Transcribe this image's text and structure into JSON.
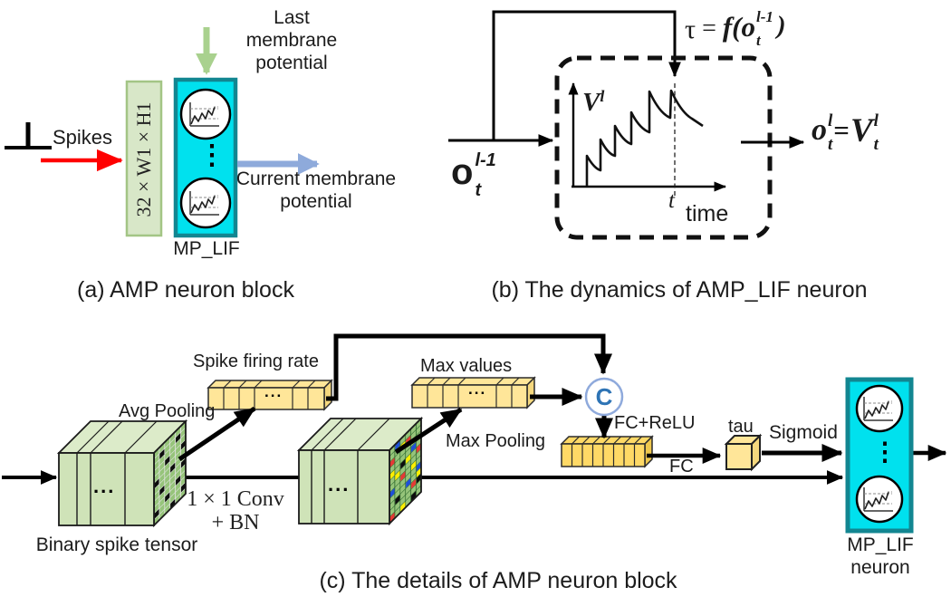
{
  "a": {
    "caption": "(a) AMP neuron block",
    "spikes_label": "Spikes",
    "weight_tensor_label": "32 × W1 × H1",
    "mp_lif_label": "MP_LIF",
    "last_membrane_label": "Last membrane potential",
    "current_membrane_label": "Current membrane potential"
  },
  "b": {
    "caption": "(b) The dynamics of AMP_LIF neuron",
    "tau_formula": {
      "lhs": "τ",
      "equals": "=",
      "func": "f(",
      "arg_base": "o",
      "arg_sup": "l-1",
      "arg_sub": "t",
      "close": ")"
    },
    "inp": {
      "base": "o",
      "sup": "l-1",
      "sub": "t"
    },
    "out": {
      "o": "o",
      "o_sup": "l",
      "o_sub": "t",
      "eq": "=",
      "v": "V",
      "v_sup": "l",
      "v_sub": "t"
    },
    "vaxis": {
      "base": "V",
      "sup": "l"
    },
    "t_tick": "t",
    "time_label": "time"
  },
  "c": {
    "caption": "(c) The details of AMP neuron block",
    "binary_tensor_label": "Binary spike tensor",
    "avg_pooling_label": "Avg Pooling",
    "spike_firing_rate_label": "Spike firing rate",
    "conv_label": "1 × 1 Conv",
    "bn_label": "+ BN",
    "max_values_label": "Max values",
    "max_pooling_label": "Max Pooling",
    "concat_label": "C",
    "fc_relu_label": "FC+ReLU",
    "fc_label": "FC",
    "tau_label": "tau",
    "sigmoid_label": "Sigmoid",
    "mp_lif_label": "MP_LIF",
    "neuron_label": "neuron"
  },
  "misc": {
    "hdots": "...",
    "vdots": "⋮"
  },
  "colors": {
    "cyan_fill": "#00E1EE",
    "teal_border": "#128691",
    "green_box_fill": "#D8E7C8",
    "green_box_border": "#A3C585",
    "cube_front": "#CFE3B8",
    "cube_top": "#DCEBC9",
    "grid_cell_green": "#96C47A",
    "bar_yellow": "#FFE699",
    "bar_yellow_dark": "#FFD966",
    "red_arrow": "#FF0000",
    "green_arrow": "#A9D18E",
    "blue_arrow": "#8EAADB",
    "concat_text": "#2E74B5",
    "concat_border": "#8FAADC"
  }
}
